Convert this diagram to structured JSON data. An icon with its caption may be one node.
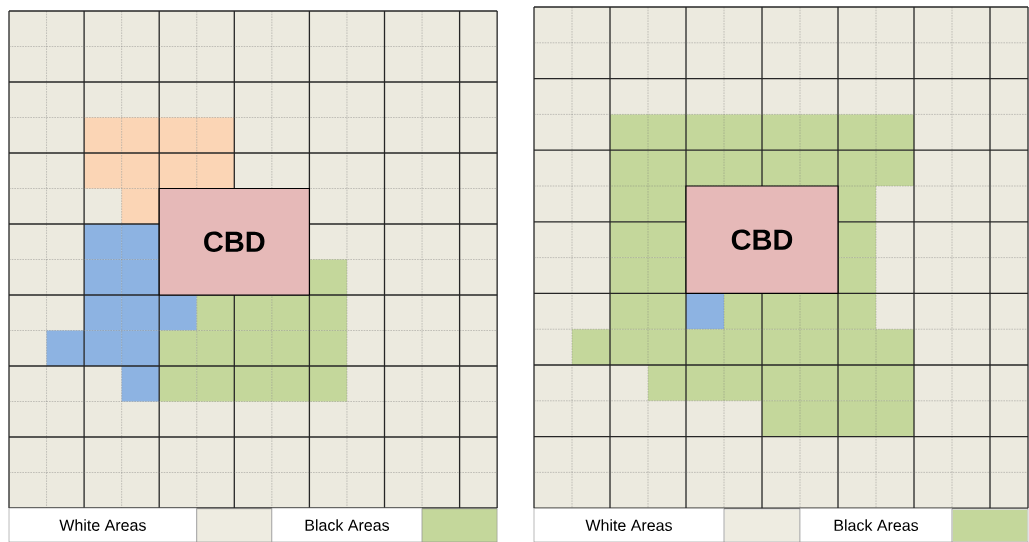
{
  "diagram": {
    "nodes": [
      {
        "text": [
          "CBD"
        ]
      },
      {
        "text": [
          "CBD"
        ]
      }
    ],
    "legend": [
      {
        "text": "White Areas",
        "color": "#eeece1"
      },
      {
        "text": "Black Areas",
        "color": "#c4d79b"
      },
      {
        "text": "White Areas",
        "color": "#eeece1"
      },
      {
        "text": "Black Areas",
        "color": "#c4d79b"
      }
    ]
  }
}
